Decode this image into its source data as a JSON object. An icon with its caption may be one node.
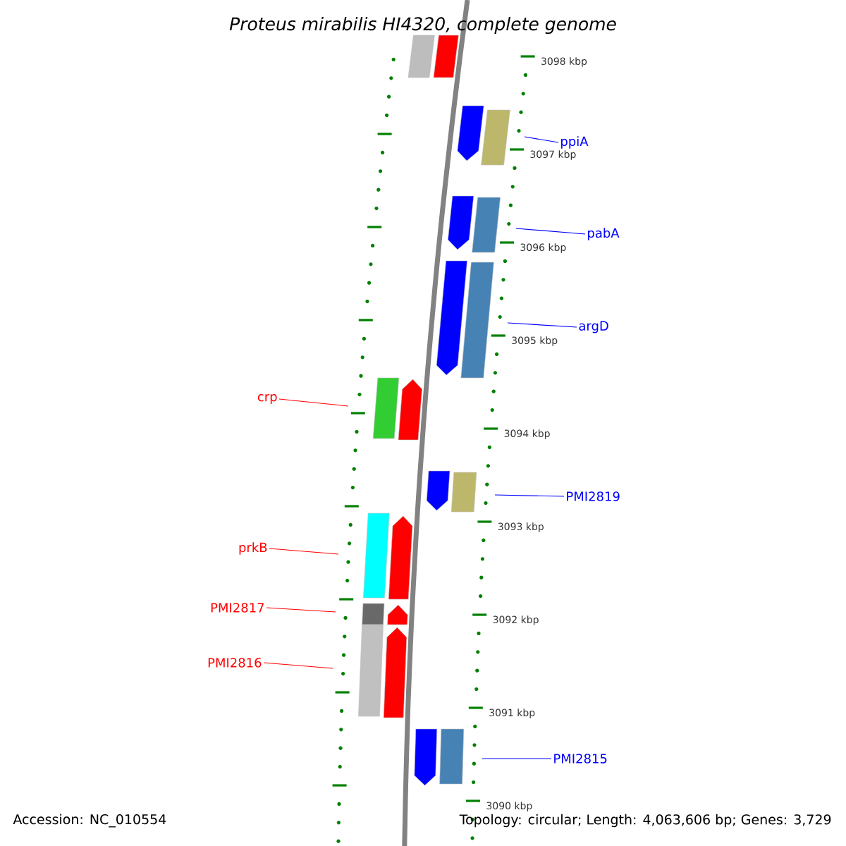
{
  "diagram": {
    "title": "Proteus mirabilis HI4320, complete genome",
    "nodes": [
      {
        "text": [
          "ppiA"
        ]
      },
      {
        "text": [
          "pabA"
        ]
      },
      {
        "text": [
          "argD"
        ]
      },
      {
        "text": [
          "crp"
        ]
      },
      {
        "text": [
          "PMI2819"
        ]
      },
      {
        "text": [
          "prkB"
        ]
      },
      {
        "text": [
          "PMI2817"
        ]
      },
      {
        "text": [
          "PMI2816"
        ]
      },
      {
        "text": [
          "PMI2815"
        ]
      }
    ],
    "edges": [
      {
        "from": 0,
        "to": null,
        "arrow": "none",
        "color": "#0000ff"
      },
      {
        "from": 1,
        "to": null,
        "arrow": "none",
        "color": "#0000ff"
      },
      {
        "from": 2,
        "to": null,
        "arrow": "none",
        "color": "#0000ff"
      },
      {
        "from": 3,
        "to": null,
        "arrow": "none",
        "color": "#ff0000"
      },
      {
        "from": 4,
        "to": null,
        "arrow": "none",
        "color": "#0000ff"
      },
      {
        "from": 5,
        "to": null,
        "arrow": "none",
        "color": "#ff0000"
      },
      {
        "from": 6,
        "to": null,
        "arrow": "none",
        "color": "#ff0000"
      },
      {
        "from": 7,
        "to": null,
        "arrow": "none",
        "color": "#ff0000"
      },
      {
        "from": 8,
        "to": null,
        "arrow": "none",
        "color": "#0000ff"
      }
    ],
    "labels": [
      "3098 kbp",
      "3097 kbp",
      "3096 kbp",
      "3095 kbp",
      "3094 kbp",
      "3093 kbp",
      "3092 kbp",
      "3091 kbp",
      "3090 kbp",
      "Accession: NC_010554",
      "Topology: circular; Length: 4,063,606 bp; Genes: 3,729"
    ]
  }
}
